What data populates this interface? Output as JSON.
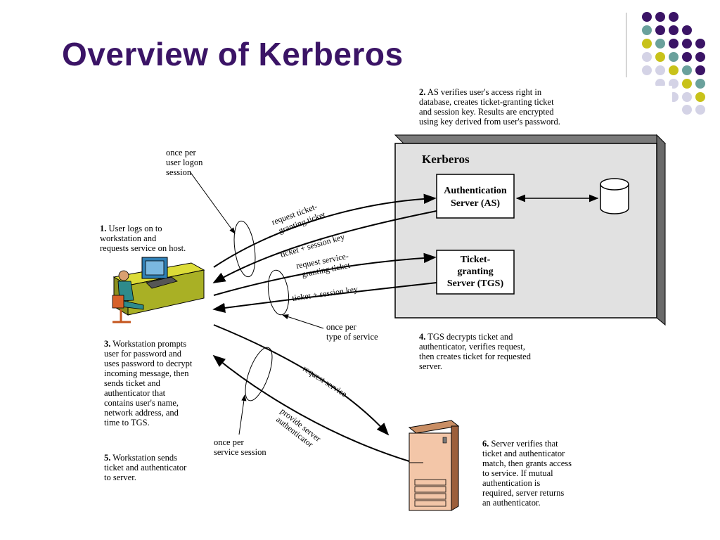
{
  "slide": {
    "title": "Overview of Kerberos"
  },
  "decoration": {
    "dot_colors": [
      "#3b1466",
      "#6aa19c",
      "#c8c21a",
      "#d4d3e6"
    ]
  },
  "diagram": {
    "kerberos_label": "Kerberos",
    "as_box": [
      "Authentication",
      "Server (AS)"
    ],
    "tgs_box": [
      "Ticket-",
      "granting",
      "Server (TGS)"
    ],
    "arrows": {
      "request_tgt": [
        "request ticket-",
        "granting ticket"
      ],
      "ticket_key_1": "ticket + session key",
      "request_service_ticket": [
        "request service-",
        "granting ticket"
      ],
      "ticket_key_2": "ticket + session key",
      "request_service": "request service",
      "provide_authenticator": [
        "provide server",
        "authenticator"
      ]
    },
    "callouts": {
      "per_logon": "once per\nuser logon\nsession",
      "per_service_type": "once per\ntype of service",
      "per_service_session": "once per\nservice session"
    },
    "steps": {
      "s1_num": "1.",
      "s1": " User logs on to\nworkstation and\nrequests service on host.",
      "s2_num": "2.",
      "s2": " AS verifies user's access right in\ndatabase, creates ticket-granting ticket\nand session key. Results are encrypted\nusing key derived from user's password.",
      "s3_num": "3.",
      "s3": " Workstation prompts\nuser for password and\nuses password to decrypt\nincoming message, then\nsends ticket and\nauthenticator that\ncontains user's name,\nnetwork address, and\ntime to TGS.",
      "s4_num": "4.",
      "s4": " TGS decrypts ticket and\nauthenticator, verifies request,\nthen creates ticket for requested\nserver.",
      "s5_num": "5.",
      "s5": " Workstation sends\nticket and authenticator\nto server.",
      "s6_num": "6.",
      "s6": " Server verifies that\nticket and authenticator\nmatch, then grants access\nto service. If mutual\nauthentication is\nrequired, server returns\nan authenticator."
    }
  }
}
